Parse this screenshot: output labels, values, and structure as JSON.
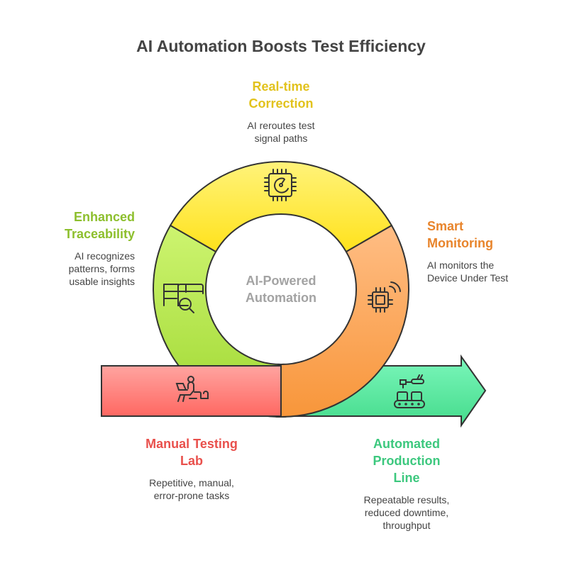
{
  "title": "AI Automation Boosts Test Efficiency",
  "center": {
    "line1": "AI-Powered",
    "line2": "Automation"
  },
  "stages": {
    "realtime": {
      "title1": "Real-time",
      "title2": "Correction",
      "desc1": "AI reroutes test",
      "desc2": "signal paths",
      "color": "#e2c21c",
      "icon": "chip-gauge-icon"
    },
    "traceability": {
      "title1": "Enhanced",
      "title2": "Traceability",
      "desc1": "AI recognizes",
      "desc2": "patterns, forms",
      "desc3": "usable insights",
      "color": "#8dbf2d",
      "icon": "table-search-icon"
    },
    "monitoring": {
      "title1": "Smart",
      "title2": "Monitoring",
      "desc1": "AI monitors the",
      "desc2": "Device Under Test",
      "color": "#e8842b",
      "icon": "chip-signal-icon"
    },
    "manual": {
      "title1": "Manual Testing",
      "title2": "Lab",
      "desc1": "Repetitive, manual,",
      "desc2": "error-prone tasks",
      "color": "#e9504c",
      "icon": "person-laptop-icon"
    },
    "automated": {
      "title1": "Automated",
      "title2": "Production",
      "title3": "Line",
      "desc1": "Repeatable results,",
      "desc2": "reduced downtime,",
      "desc3": "throughput",
      "color": "#3cc87e",
      "icon": "robot-conveyor-icon"
    }
  }
}
